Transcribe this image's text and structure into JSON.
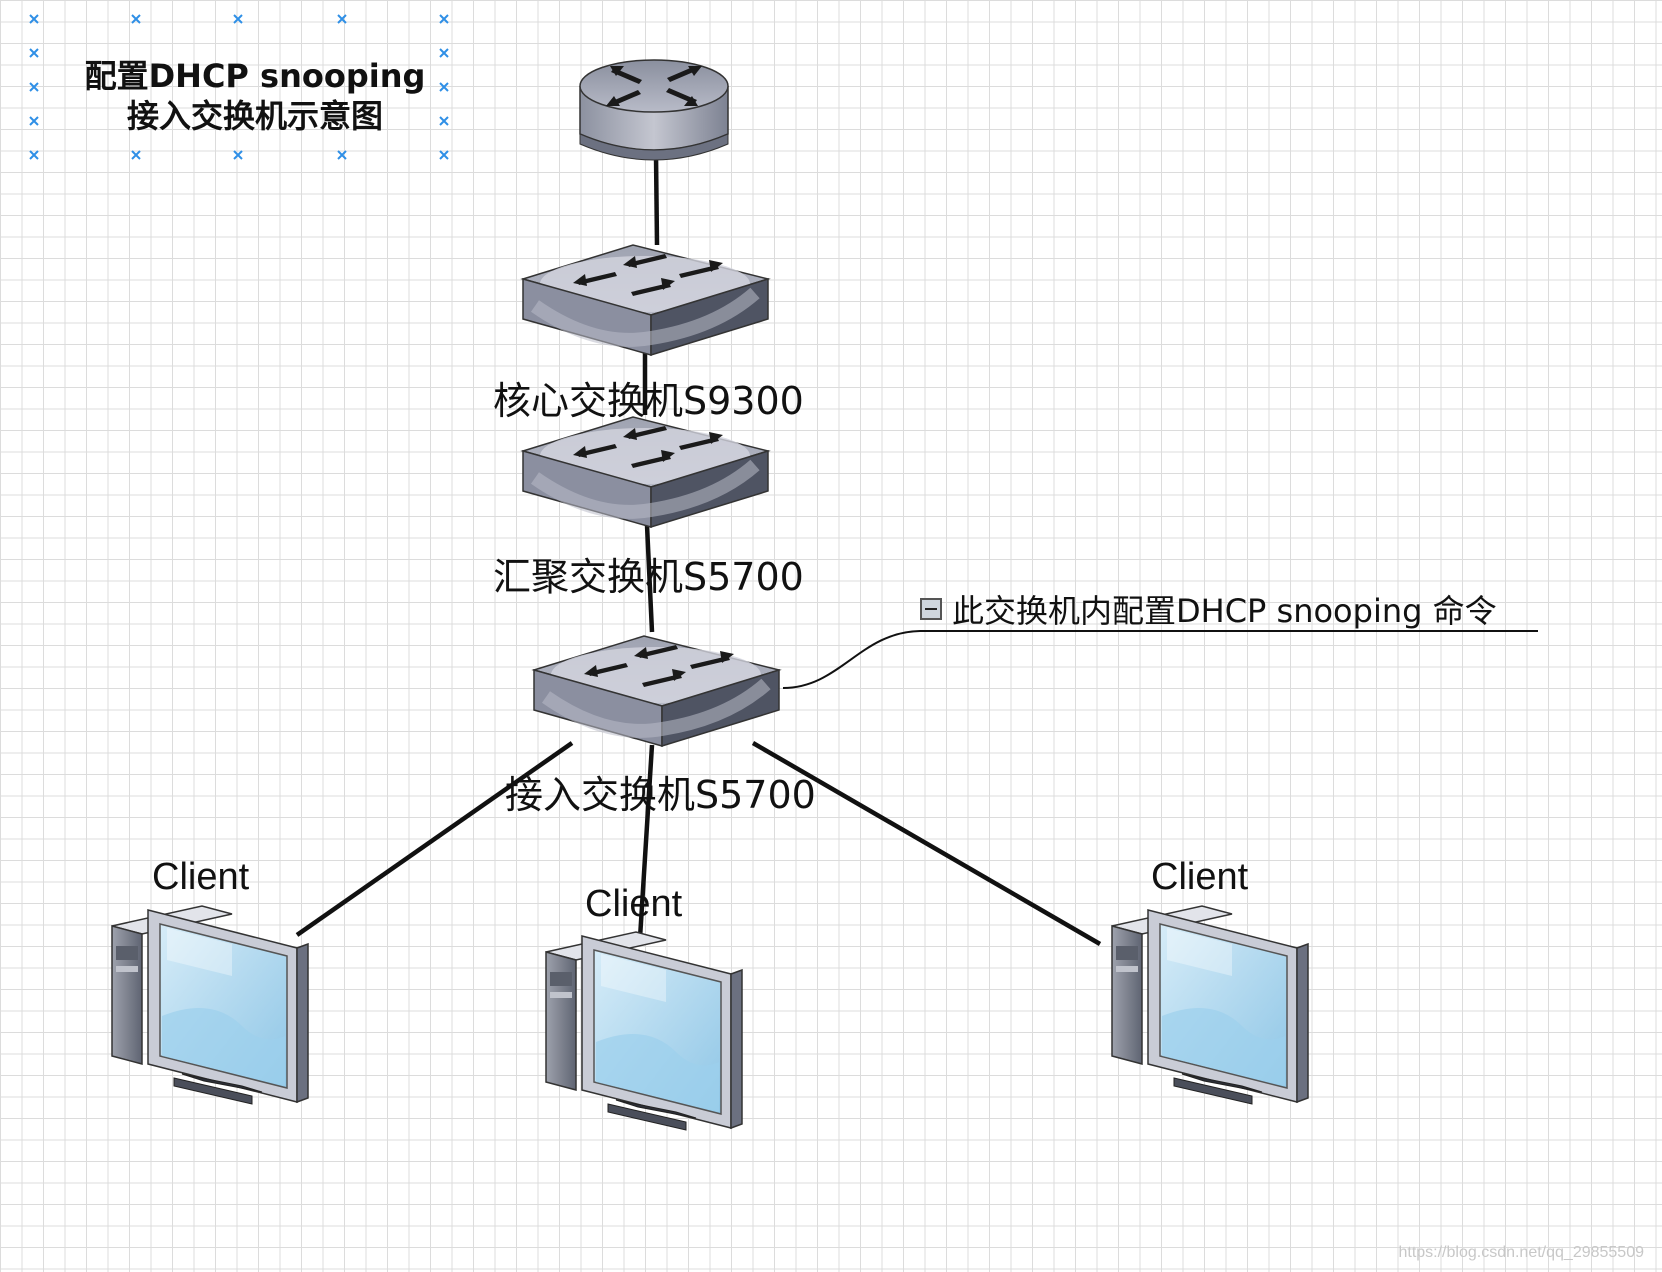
{
  "title": {
    "line1": "配置DHCP snooping",
    "line2": "接入交换机示意图"
  },
  "nodes": {
    "router": {
      "label": ""
    },
    "core_switch": {
      "label": "核心交换机S9300"
    },
    "aggregation_switch": {
      "label": "汇聚交换机S5700"
    },
    "access_switch": {
      "label": "接入交换机S5700"
    },
    "client_left": {
      "label": "Client"
    },
    "client_middle": {
      "label": "Client"
    },
    "client_right": {
      "label": "Client"
    }
  },
  "note": {
    "text": "此交换机内配置DHCP snooping 命令"
  },
  "watermark": "https://blog.csdn.net/qq_29855509",
  "colors": {
    "device_light": "#c7c9d4",
    "device_dark": "#5b6070",
    "screen": "#a9d6ef",
    "link": "#111111",
    "selection_handle": "#2f8fe6"
  }
}
